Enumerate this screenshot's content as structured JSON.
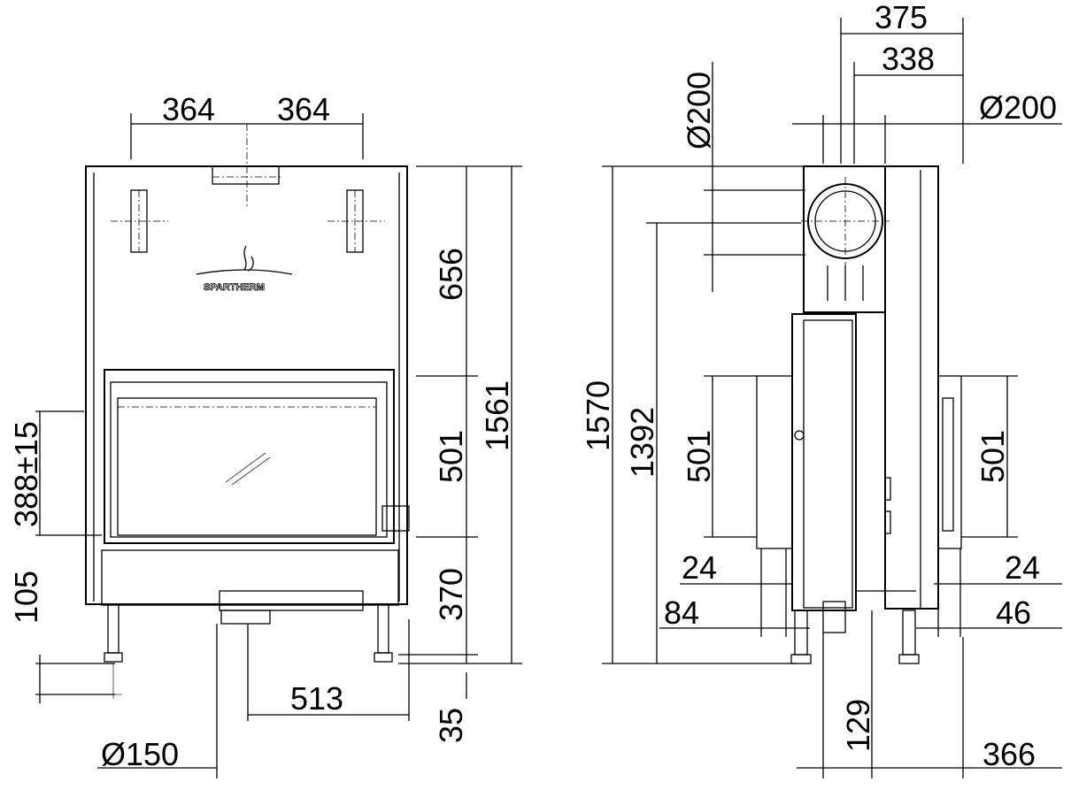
{
  "brand": "SPARTHERM",
  "front_view": {
    "width_left": "364",
    "width_right": "364",
    "height_top": "656",
    "height_door": "501",
    "height_bottom": "370",
    "height_total": "1561",
    "height_feet": "35",
    "glass_to_floor": "388±15",
    "leg_adjust": "105",
    "flue_offset": "513",
    "air_inlet": "Ø150"
  },
  "side_view": {
    "depth_top": "375",
    "flue_offset": "338",
    "flue_dia_h": "Ø200",
    "flue_dia_v": "Ø200",
    "height_total": "1570",
    "flue_center_height": "1392",
    "door_left": "501",
    "door_right": "501",
    "offset_left_24": "24",
    "offset_right_24": "24",
    "offset_84": "84",
    "offset_46": "46",
    "offset_129": "129",
    "depth_bottom": "366"
  }
}
